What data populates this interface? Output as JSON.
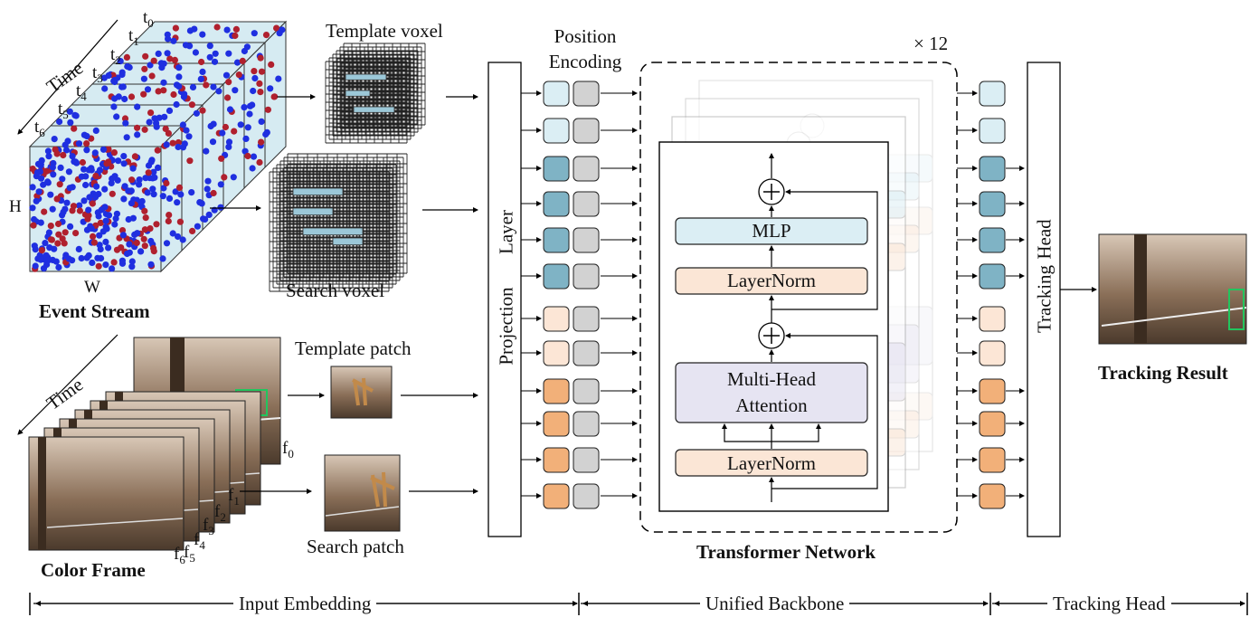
{
  "event_stream": {
    "title": "Event Stream",
    "time_axis": "Time",
    "time_labels": [
      "t",
      "t",
      "t",
      "t",
      "t",
      "t",
      "t"
    ],
    "time_subs": [
      "0",
      "1",
      "2",
      "3",
      "4",
      "5",
      "6"
    ],
    "h_label": "H",
    "w_label": "W",
    "colors": {
      "positive": "#b0202e",
      "negative": "#1f2fe0",
      "fill": "#d6ebf2"
    }
  },
  "color_frame": {
    "title": "Color Frame",
    "time_axis": "Time",
    "frame_labels": [
      "f",
      "f",
      "f",
      "f",
      "f",
      "f",
      "f"
    ],
    "frame_subs": [
      "0",
      "1",
      "2",
      "3",
      "4",
      "5",
      "6"
    ]
  },
  "voxels": {
    "template": "Template voxel",
    "search": "Search voxel"
  },
  "patches": {
    "template": "Template patch",
    "search": "Search patch"
  },
  "projection": {
    "word1": "Projection",
    "word2": "Layer"
  },
  "position_encoding": {
    "line1": "Position",
    "line2": "Encoding"
  },
  "transformer": {
    "repeat": "× 12",
    "mlp": "MLP",
    "layernorm_top": "LayerNorm",
    "mha_line1": "Multi-Head",
    "mha_line2": "Attention",
    "layernorm_bottom": "LayerNorm",
    "title": "Transformer Network",
    "colors": {
      "mlp": "#dbeef4",
      "layernorm": "#fbe6d6",
      "mha": "#e6e4f2"
    }
  },
  "tracking_head": {
    "word1": "Tracking",
    "word2": "Head"
  },
  "result": {
    "title": "Tracking Result",
    "box_color": "#22c55e"
  },
  "token_colors": {
    "light_blue": "#dbeef4",
    "teal": "#7fb3c5",
    "light_orange": "#fce6d6",
    "orange": "#f2b079",
    "gray": "#d2d2d2"
  },
  "bottom_bar": {
    "input": "Input Embedding",
    "backbone": "Unified Backbone",
    "head": "Tracking Head"
  }
}
